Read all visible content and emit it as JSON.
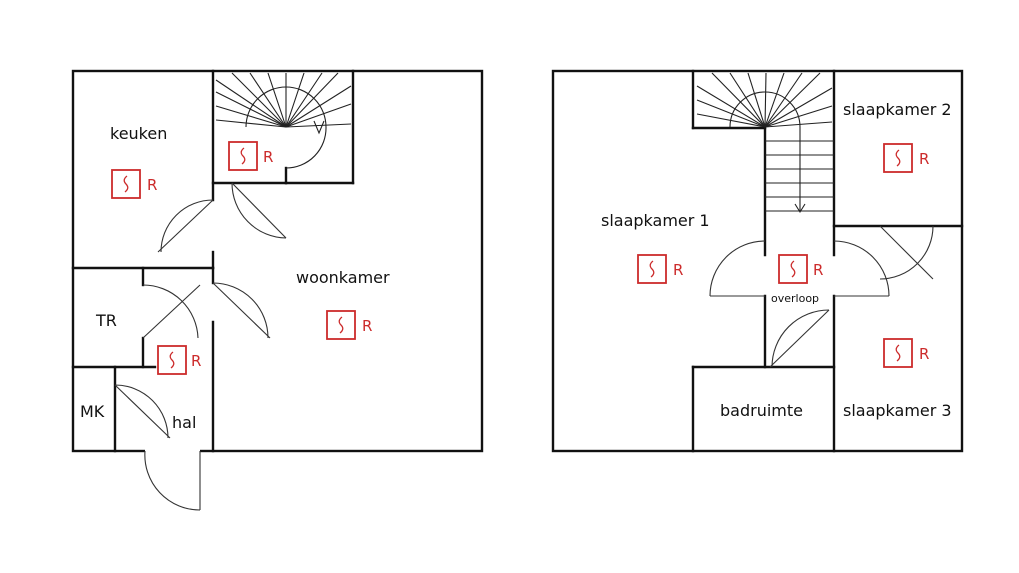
{
  "colors": {
    "wall": "#111111",
    "accent": "#cc2b2b"
  },
  "floors": [
    {
      "rooms": {
        "keuken": "keuken",
        "woonkamer": "woonkamer",
        "tr": "TR",
        "mk": "MK",
        "hal": "hal"
      }
    },
    {
      "rooms": {
        "slaapkamer1": "slaapkamer 1",
        "slaapkamer2": "slaapkamer 2",
        "slaapkamer3": "slaapkamer 3",
        "badruimte": "badruimte",
        "overloop": "overloop"
      }
    }
  ],
  "sensor": {
    "icon": "radiator-sensor-icon",
    "letter": "R"
  }
}
